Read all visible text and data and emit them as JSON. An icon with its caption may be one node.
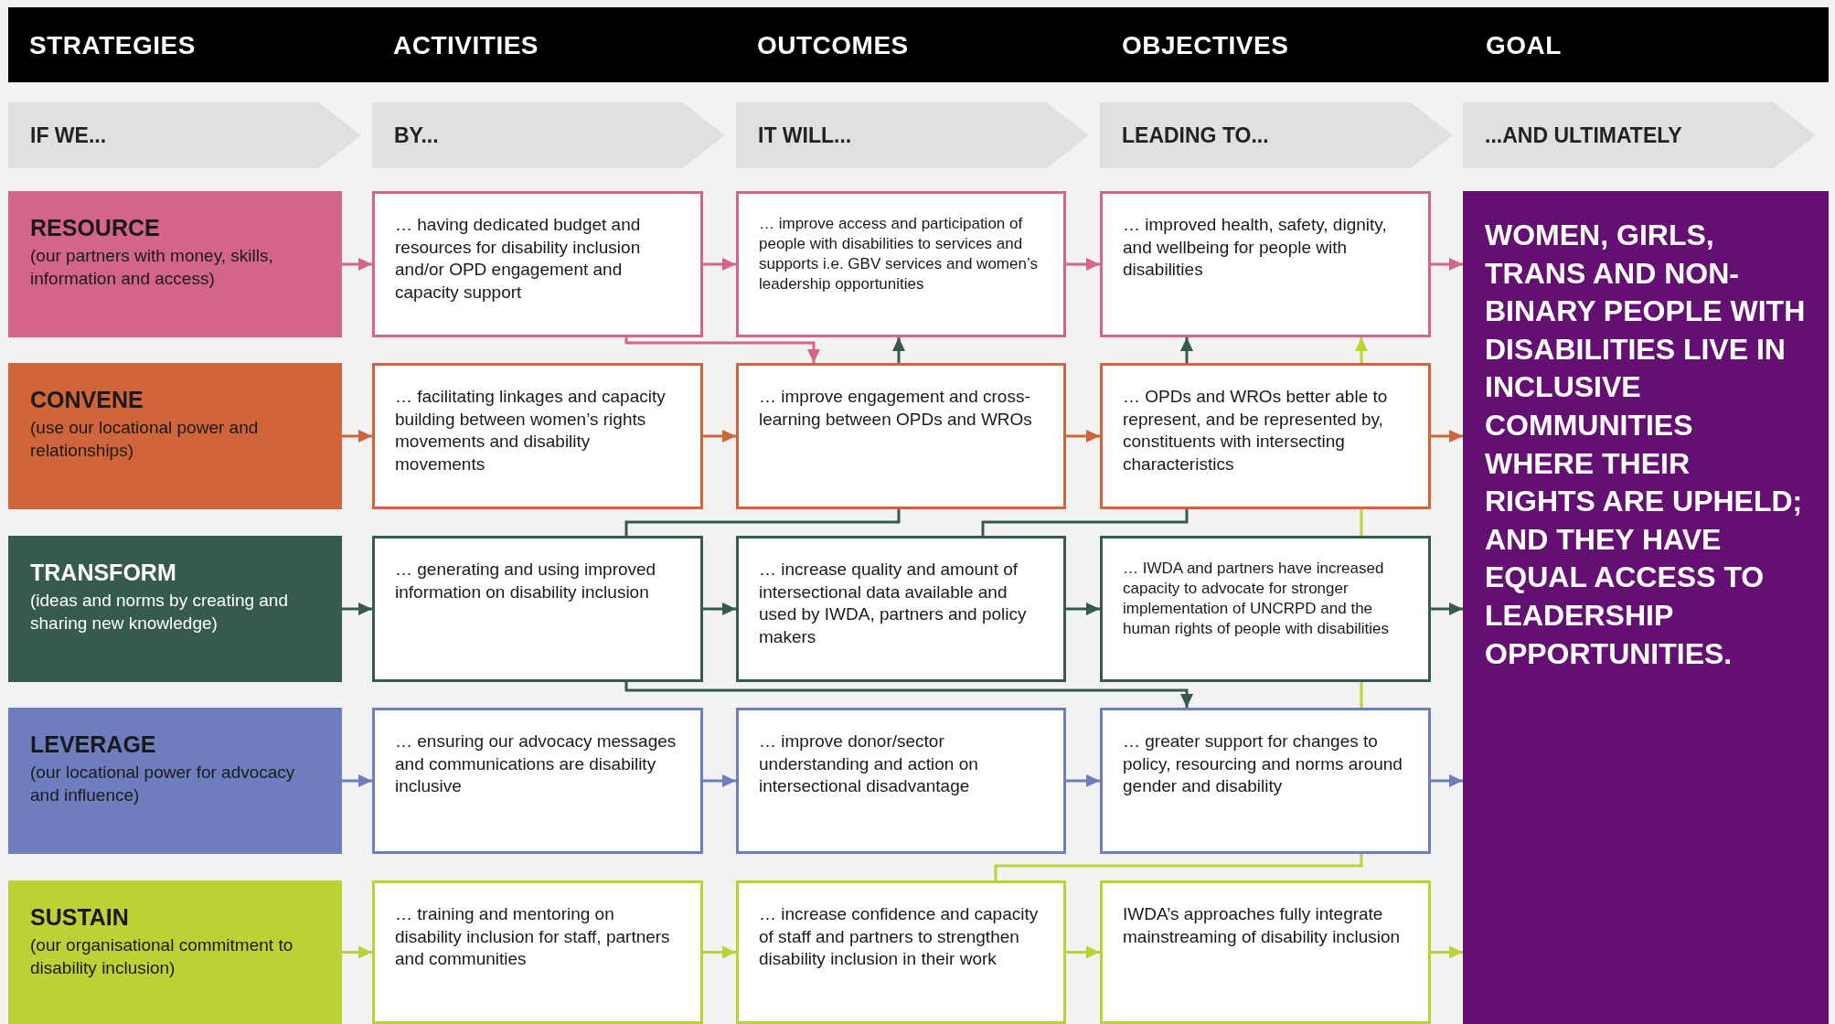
{
  "diagram": {
    "nodes": [
      {
        "text": [
          "RESOURCE",
          "(our partners with money, skills, information and access)"
        ]
      },
      {
        "text": [
          "… having dedicated budget and resources for disability inclusion and/or OPD engagement and capacity support"
        ]
      },
      {
        "text": [
          "… improve access and participation of people with disabilities to services and supports i.e. GBV services and women’s leadership opportunities"
        ]
      },
      {
        "text": [
          "… improved health, safety, dignity, and wellbeing for people with disabilities"
        ]
      },
      {
        "text": [
          "WOMEN, GIRLS, TRANS AND NON-BINARY PEOPLE WITH DISABILITIES LIVE IN INCLUSIVE COMMUNITIES WHERE THEIR RIGHTS ARE UPHELD; AND THEY HAVE EQUAL ACCESS TO LEADERSHIP OPPORTUNITIES."
        ]
      },
      {
        "text": [
          "CONVENE",
          "(use our locational power and relationships)"
        ]
      },
      {
        "text": [
          "… facilitating linkages and capacity building between women’s rights movements and disability movements"
        ]
      },
      {
        "text": [
          "… improve engagement and cross-learning between OPDs and WROs"
        ]
      },
      {
        "text": [
          "… OPDs and WROs better able to represent, and be represented by, constituents with intersecting characteristics"
        ]
      },
      {
        "text": [
          "TRANSFORM",
          "(ideas and norms by creating and sharing new knowledge)"
        ]
      },
      {
        "text": [
          "… generating and using improved information on disability inclusion"
        ]
      },
      {
        "text": [
          "… increase quality and amount of intersectional data available and used by IWDA, partners and policy makers"
        ]
      },
      {
        "text": [
          "… IWDA and partners have increased capacity to advocate for stronger implementation of UNCRPD and the human rights of people with disabilities"
        ]
      },
      {
        "text": [
          "LEVERAGE",
          "(our locational power for advocacy and influence)"
        ]
      },
      {
        "text": [
          "… ensuring our advocacy messages and communications are disability inclusive"
        ]
      },
      {
        "text": [
          "… improve donor/sector understanding and action on intersectional disadvantage"
        ]
      },
      {
        "text": [
          "… greater support for changes to policy, resourcing and norms around gender and disability"
        ]
      },
      {
        "text": [
          "SUSTAIN",
          "(our organisational commitment to disability inclusion)"
        ]
      },
      {
        "text": [
          "… training and mentoring on disability inclusion for staff, partners and communities"
        ]
      },
      {
        "text": [
          "… increase confidence and capacity of staff and partners to strengthen disability inclusion in their work"
        ]
      },
      {
        "text": [
          "IWDA’s approaches fully integrate mainstreaming of disability inclusion"
        ]
      }
    ],
    "edges": [
      {
        "from": 0,
        "to": 1,
        "arrow": "to",
        "color": "#d4658a"
      },
      {
        "from": 1,
        "to": 2,
        "arrow": "to",
        "color": "#d4658a"
      },
      {
        "from": 2,
        "to": 3,
        "arrow": "to",
        "color": "#d4658a"
      },
      {
        "from": 3,
        "to": 4,
        "arrow": "to",
        "color": "#d4658a"
      },
      {
        "from": 5,
        "to": 6,
        "arrow": "to",
        "color": "#d0643a"
      },
      {
        "from": 6,
        "to": 7,
        "arrow": "to",
        "color": "#d0643a"
      },
      {
        "from": 7,
        "to": 8,
        "arrow": "to",
        "color": "#d0643a"
      },
      {
        "from": 8,
        "to": 4,
        "arrow": "to",
        "color": "#d0643a"
      },
      {
        "from": 9,
        "to": 10,
        "arrow": "to",
        "color": "#365a50"
      },
      {
        "from": 10,
        "to": 11,
        "arrow": "to",
        "color": "#365a50"
      },
      {
        "from": 11,
        "to": 12,
        "arrow": "to",
        "color": "#365a50"
      },
      {
        "from": 12,
        "to": 4,
        "arrow": "to",
        "color": "#365a50"
      },
      {
        "from": 13,
        "to": 14,
        "arrow": "to",
        "color": "#6e7dbd"
      },
      {
        "from": 14,
        "to": 15,
        "arrow": "to",
        "color": "#6e7dbd"
      },
      {
        "from": 15,
        "to": 16,
        "arrow": "to",
        "color": "#6e7dbd"
      },
      {
        "from": 16,
        "to": 4,
        "arrow": "to",
        "color": "#6e7dbd"
      },
      {
        "from": 17,
        "to": 18,
        "arrow": "to",
        "color": "#bdd136"
      },
      {
        "from": 18,
        "to": 19,
        "arrow": "to",
        "color": "#bdd136"
      },
      {
        "from": 19,
        "to": 20,
        "arrow": "to",
        "color": "#bdd136"
      },
      {
        "from": 20,
        "to": 4,
        "arrow": "to",
        "color": "#bdd136"
      },
      {
        "from": 1,
        "to": 7,
        "arrow": "to",
        "color": "#d4658a"
      },
      {
        "from": 10,
        "to": 7,
        "arrow": "none",
        "color": "#365a50"
      },
      {
        "from": 7,
        "to": 2,
        "arrow": "to",
        "color": "#365a50"
      },
      {
        "from": 11,
        "to": 8,
        "arrow": "none",
        "color": "#365a50"
      },
      {
        "from": 8,
        "to": 3,
        "arrow": "to",
        "color": "#365a50"
      },
      {
        "from": 10,
        "to": 16,
        "arrow": "to",
        "color": "#365a50"
      },
      {
        "from": 19,
        "to": 16,
        "arrow": "none",
        "color": "#bdd136"
      },
      {
        "from": 16,
        "to": 12,
        "arrow": "none",
        "color": "#bdd136"
      },
      {
        "from": 12,
        "to": 8,
        "arrow": "none",
        "color": "#bdd136"
      },
      {
        "from": 8,
        "to": 3,
        "arrow": "to",
        "color": "#bdd136"
      }
    ],
    "labels": [
      "STRATEGIES",
      "ACTIVITIES",
      "OUTCOMES",
      "OBJECTIVES",
      "GOAL",
      "IF WE...",
      "BY...",
      "IT WILL...",
      "LEADING TO...",
      "...AND ULTIMATELY"
    ]
  }
}
